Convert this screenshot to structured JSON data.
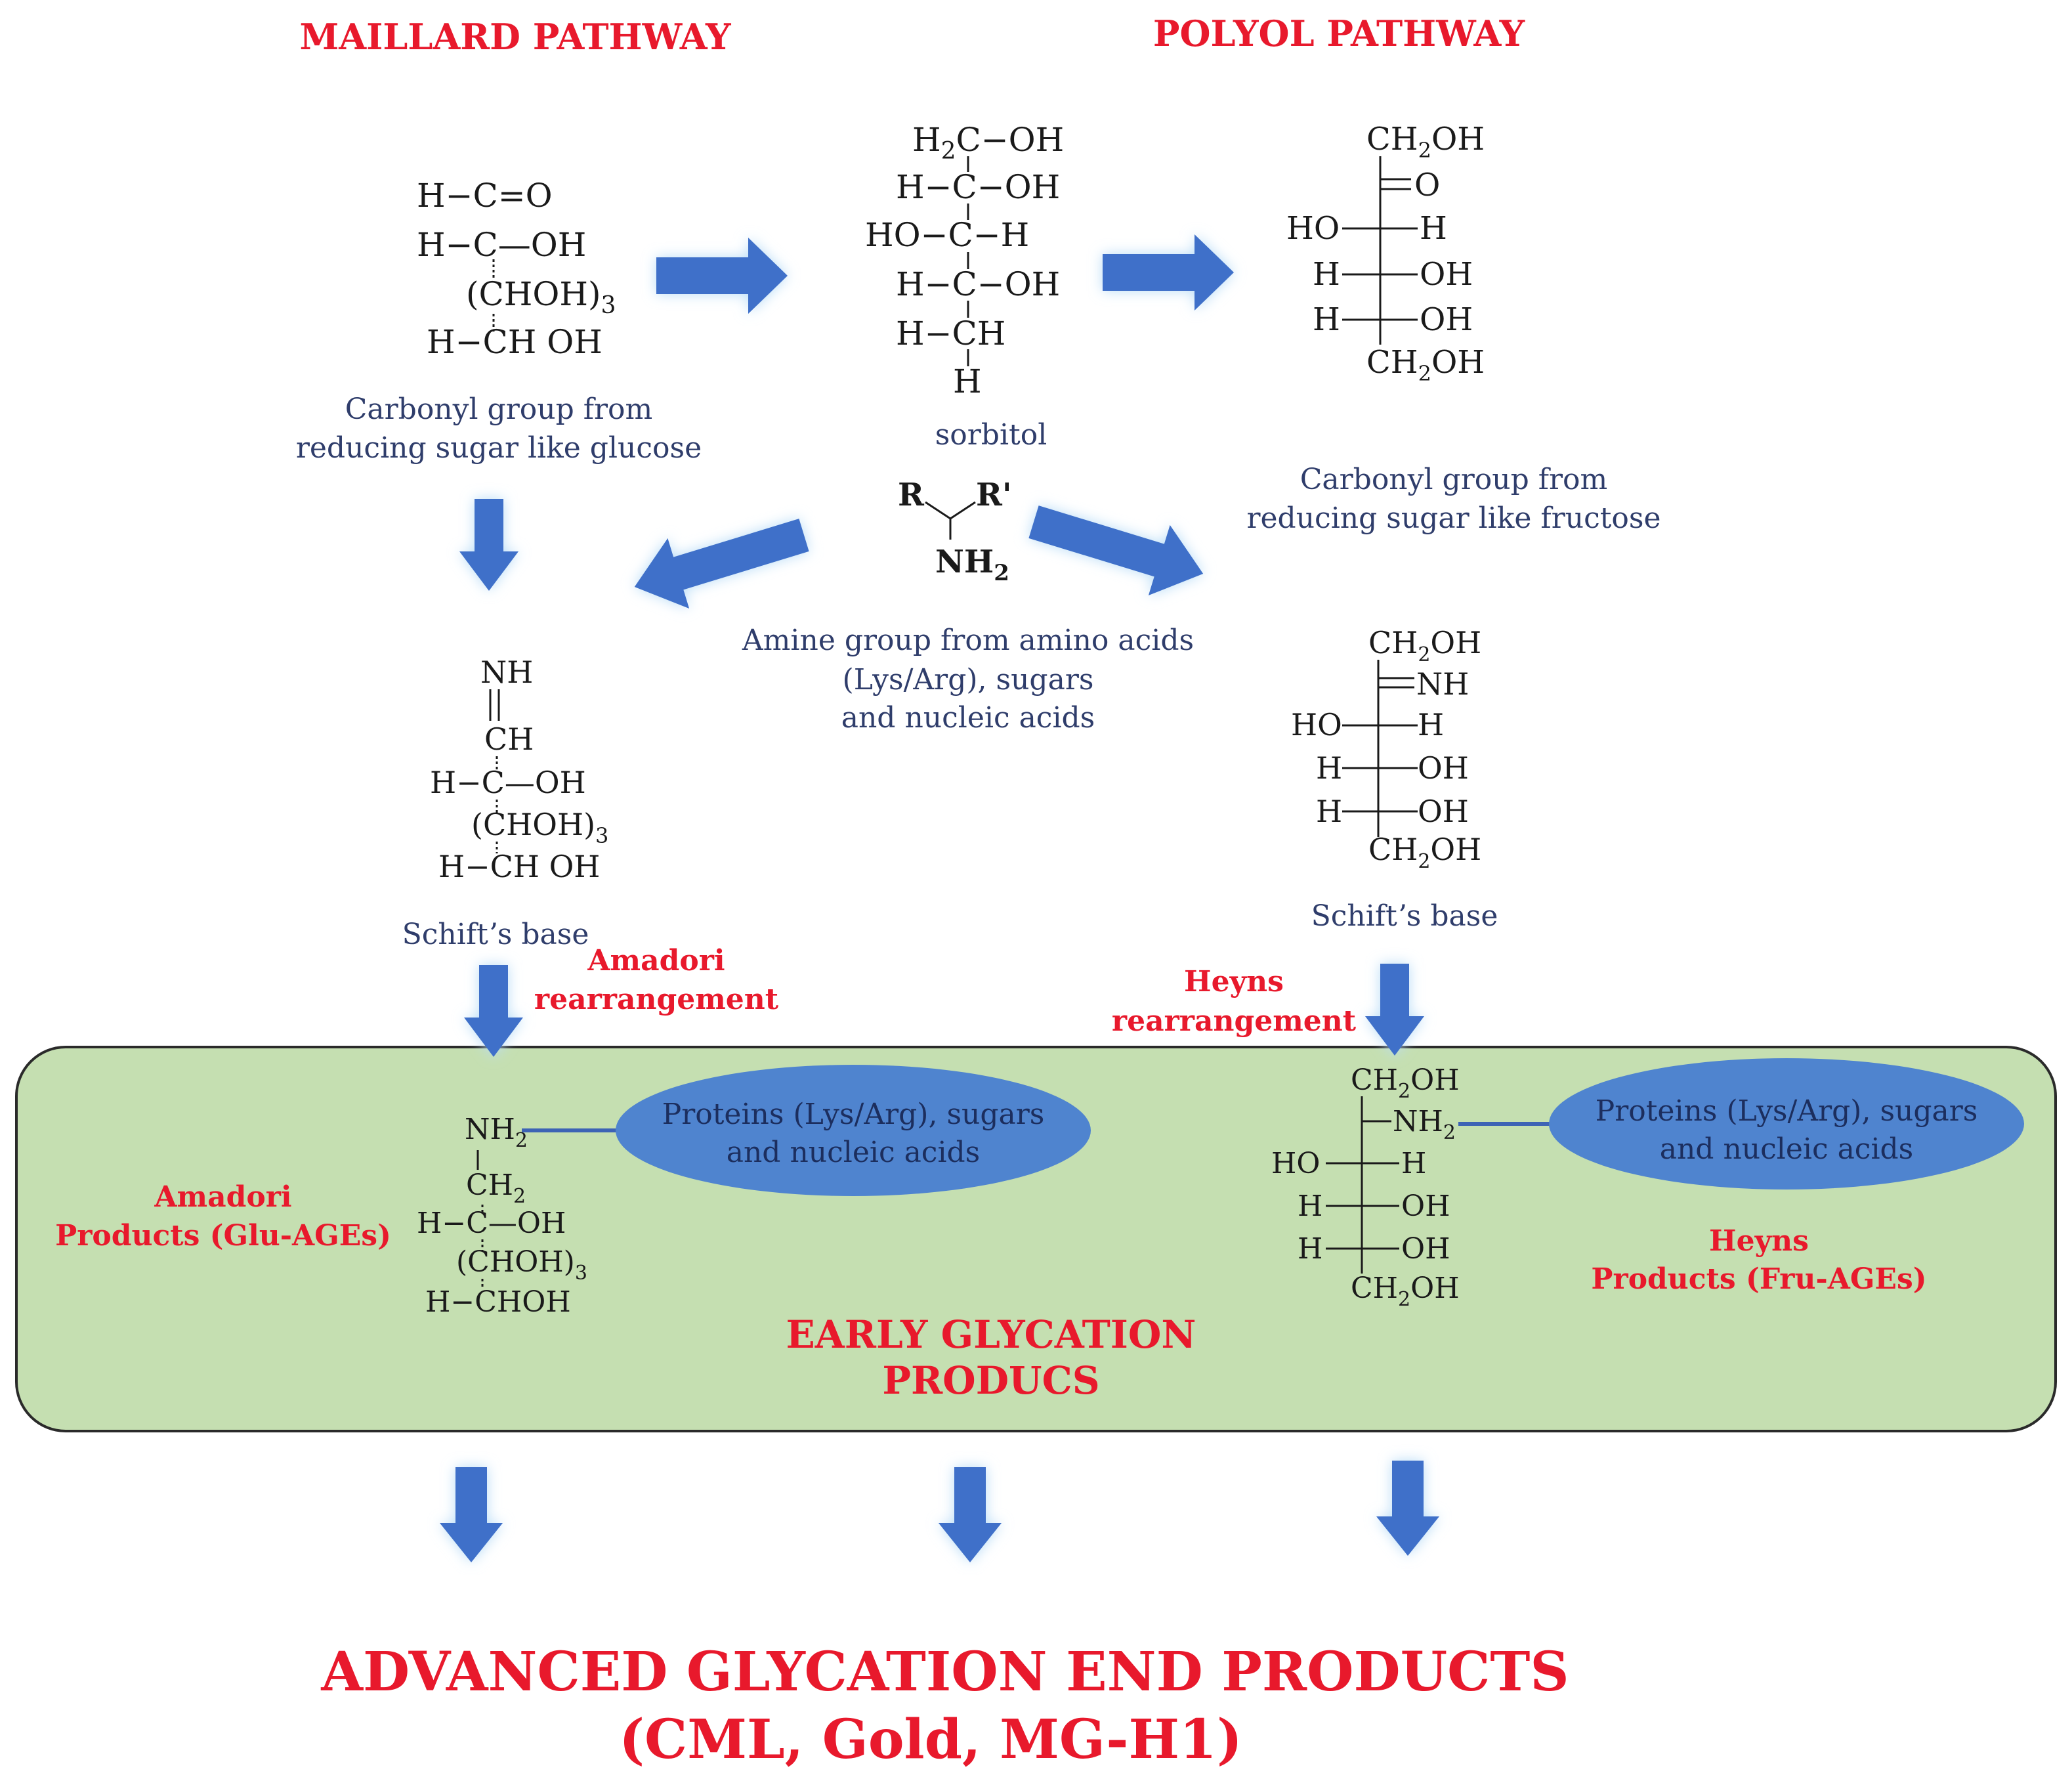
{
  "colors": {
    "accent_red": "#e8192c",
    "label_navy": "#2f3d6b",
    "chem_black": "#1a1a1a",
    "arrow_blue": "#3f70c9",
    "arrow_glow": "#b9ddf7",
    "early_box_fill": "#c5dfb1",
    "ellipse_fill": "#4f84cf"
  },
  "headers": {
    "maillard": "MAILLARD PATHWAY",
    "polyol": "POLYOL PATHWAY"
  },
  "glucose": {
    "l1": "H−C=O",
    "l2": "H−C—OH",
    "l3": "(CHOH)",
    "l3_sub": "3",
    "l4": "H−CH OH",
    "caption1": "Carbonyl group from",
    "caption2": "reducing sugar like glucose"
  },
  "sorbitol": {
    "l1": "H",
    "l1_sub": "2",
    "l1_rest": "C−OH",
    "l2": "H−C−OH",
    "l3": "HO−C−H",
    "l4": "H−C−OH",
    "l5": "H−CH",
    "l6": "H",
    "name": "sorbitol"
  },
  "fructose": {
    "top": "CH",
    "top_sub": "2",
    "top_rest": "OH",
    "o": "O",
    "r1_left": "HO",
    "r1_right": "H",
    "r2_left": "H",
    "r2_right": "OH",
    "r3_left": "H",
    "r3_right": "OH",
    "bottom": "CH",
    "bottom_sub": "2",
    "bottom_rest": "OH",
    "caption1": "Carbonyl group from",
    "caption2": "reducing sugar like fructose"
  },
  "amine": {
    "r": "R",
    "r_prime": "R'",
    "nh": "NH",
    "nh_sub": "2",
    "caption1": "Amine group from amino acids",
    "caption2": "(Lys/Arg), sugars",
    "caption3": "and nucleic acids"
  },
  "schiff_left": {
    "nh": "NH",
    "ch": "CH",
    "l3": "H−C—OH",
    "l4": "(CHOH)",
    "l4_sub": "3",
    "l5": "H−CH OH",
    "name": "Schiftʼs base"
  },
  "schiff_right": {
    "top": "CH",
    "top_sub": "2",
    "top_rest": "OH",
    "nh": "NH",
    "r1_left": "HO",
    "r1_right": "H",
    "r2_left": "H",
    "r2_right": "OH",
    "r3_left": "H",
    "r3_right": "OH",
    "bottom": "CH",
    "bottom_sub": "2",
    "bottom_rest": "OH",
    "name": "Schiftʼs base"
  },
  "amadori_label": {
    "l1": "Amadori",
    "l2": "rearrangement"
  },
  "heyns_label": {
    "l1": "Heyns",
    "l2": "rearrangement"
  },
  "early_box": {
    "title1": "EARLY GLYCATION",
    "title2": "PRODUCS",
    "amadori_products1": "Amadori",
    "amadori_products2": "Products (Glu-AGEs)",
    "heyns_products1": "Heyns",
    "heyns_products2": "Products (Fru-AGEs)",
    "protein_left1": "Proteins (Lys/Arg), sugars",
    "protein_left2": "and nucleic acids",
    "protein_right1": "Proteins (Lys/Arg), sugars",
    "protein_right2": "and nucleic acids",
    "amadori_chem": {
      "nh": "NH",
      "nh_sub": "2",
      "ch": "CH",
      "ch_sub": "2",
      "l3": "H−C—OH",
      "l4": "(CHOH)",
      "l4_sub": "3",
      "l5": "H−CHOH"
    },
    "heyns_chem": {
      "top": "CH",
      "top_sub": "2",
      "top_rest": "OH",
      "nh": "NH",
      "nh_sub": "2",
      "r1_left": "HO",
      "r1_right": "H",
      "r2_left": "H",
      "r2_right": "OH",
      "r3_left": "H",
      "r3_right": "OH",
      "bottom": "CH",
      "bottom_sub": "2",
      "bottom_rest": "OH"
    }
  },
  "ages": {
    "line1": "ADVANCED GLYCATION END PRODUCTS",
    "line2": "(CML, Gold, MG-H1)"
  }
}
